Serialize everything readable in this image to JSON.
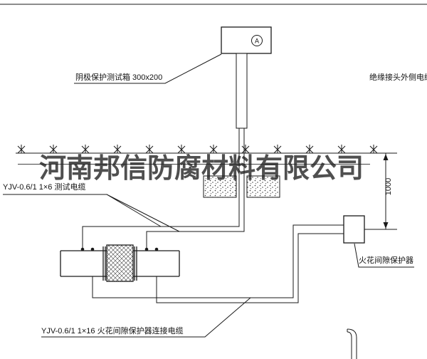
{
  "watermark": "河南邦信防腐材料有限公司",
  "annotations": {
    "test_box_label": "阴极保护测试箱 300x200",
    "joint_outer_cable_label": "绝缘接头外侧电缆",
    "test_cable_label": "YJV-0.6/1  1×6  测试电缆",
    "protector_cable_label": "YJV-0.6/1  1×16  火花间隙保护器连接电缆",
    "spark_gap_protector_label": "火花间隙保护器",
    "dimension_1000": "1000",
    "ammeter_symbol": "A"
  },
  "colors": {
    "line": "#1a1a1a",
    "watermark": "#232323",
    "background": "#ffffff"
  }
}
